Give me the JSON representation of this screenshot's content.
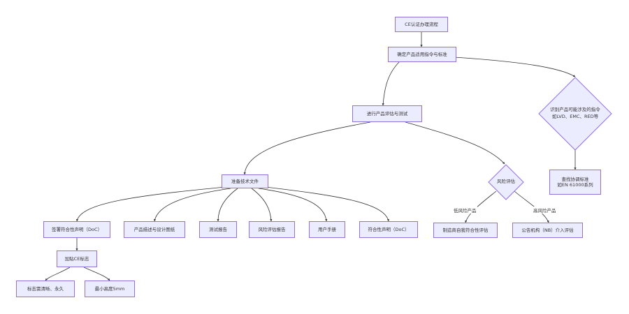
{
  "diagram": {
    "nodes": {
      "n1": "CE认证办理流程",
      "n2": "确定产品适用指令与标准",
      "n3": "进行产品评估与测试",
      "n4_line1": "识别产品可能涉及的指令",
      "n4_line2": "如LVD、EMC、RED等",
      "n5_line1": "查找协调标准",
      "n5_line2": "如EN 61000系列",
      "n6": "风险评估",
      "n7": "准备技术文件",
      "n8": "签署符合性声明（DoC）",
      "n9": "产品描述与设计图纸",
      "n10": "测试报告",
      "n11": "风险评估报告",
      "n12": "用户手册",
      "n13": "符合性声明（DoC）",
      "n14": "制造商自我符合性评估",
      "n15": "公告机构（NB）介入评估",
      "n16": "加贴CE标志",
      "n17": "标志需清晰、永久",
      "n18": "最小高度5mm"
    },
    "edge_labels": {
      "low_risk": "低风险产品",
      "high_risk": "高风险产品"
    }
  }
}
